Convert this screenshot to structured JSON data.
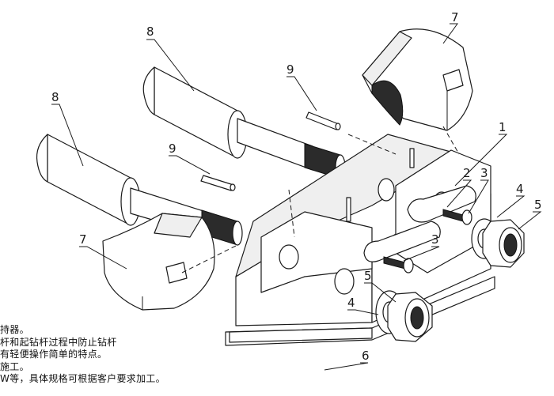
{
  "diagram": {
    "part_labels": {
      "p8_upper": "8",
      "p8_lower": "8",
      "p9_upper": "9",
      "p9_lower": "9",
      "p7_upper": "7",
      "p7_lower": "7",
      "p1": "1",
      "p2": "2",
      "p3_upper": "3",
      "p3_lower": "3",
      "p4_upper": "4",
      "p4_lower": "4",
      "p5_upper": "5",
      "p5_lower": "5",
      "p6": "6"
    }
  },
  "description": {
    "lines": [
      "持器。",
      "杆和起钻杆过程中防止钻杆",
      "有轻便操作简单的特点。",
      "施工。",
      "W等，具体规格可根据客户要求加工。"
    ]
  }
}
